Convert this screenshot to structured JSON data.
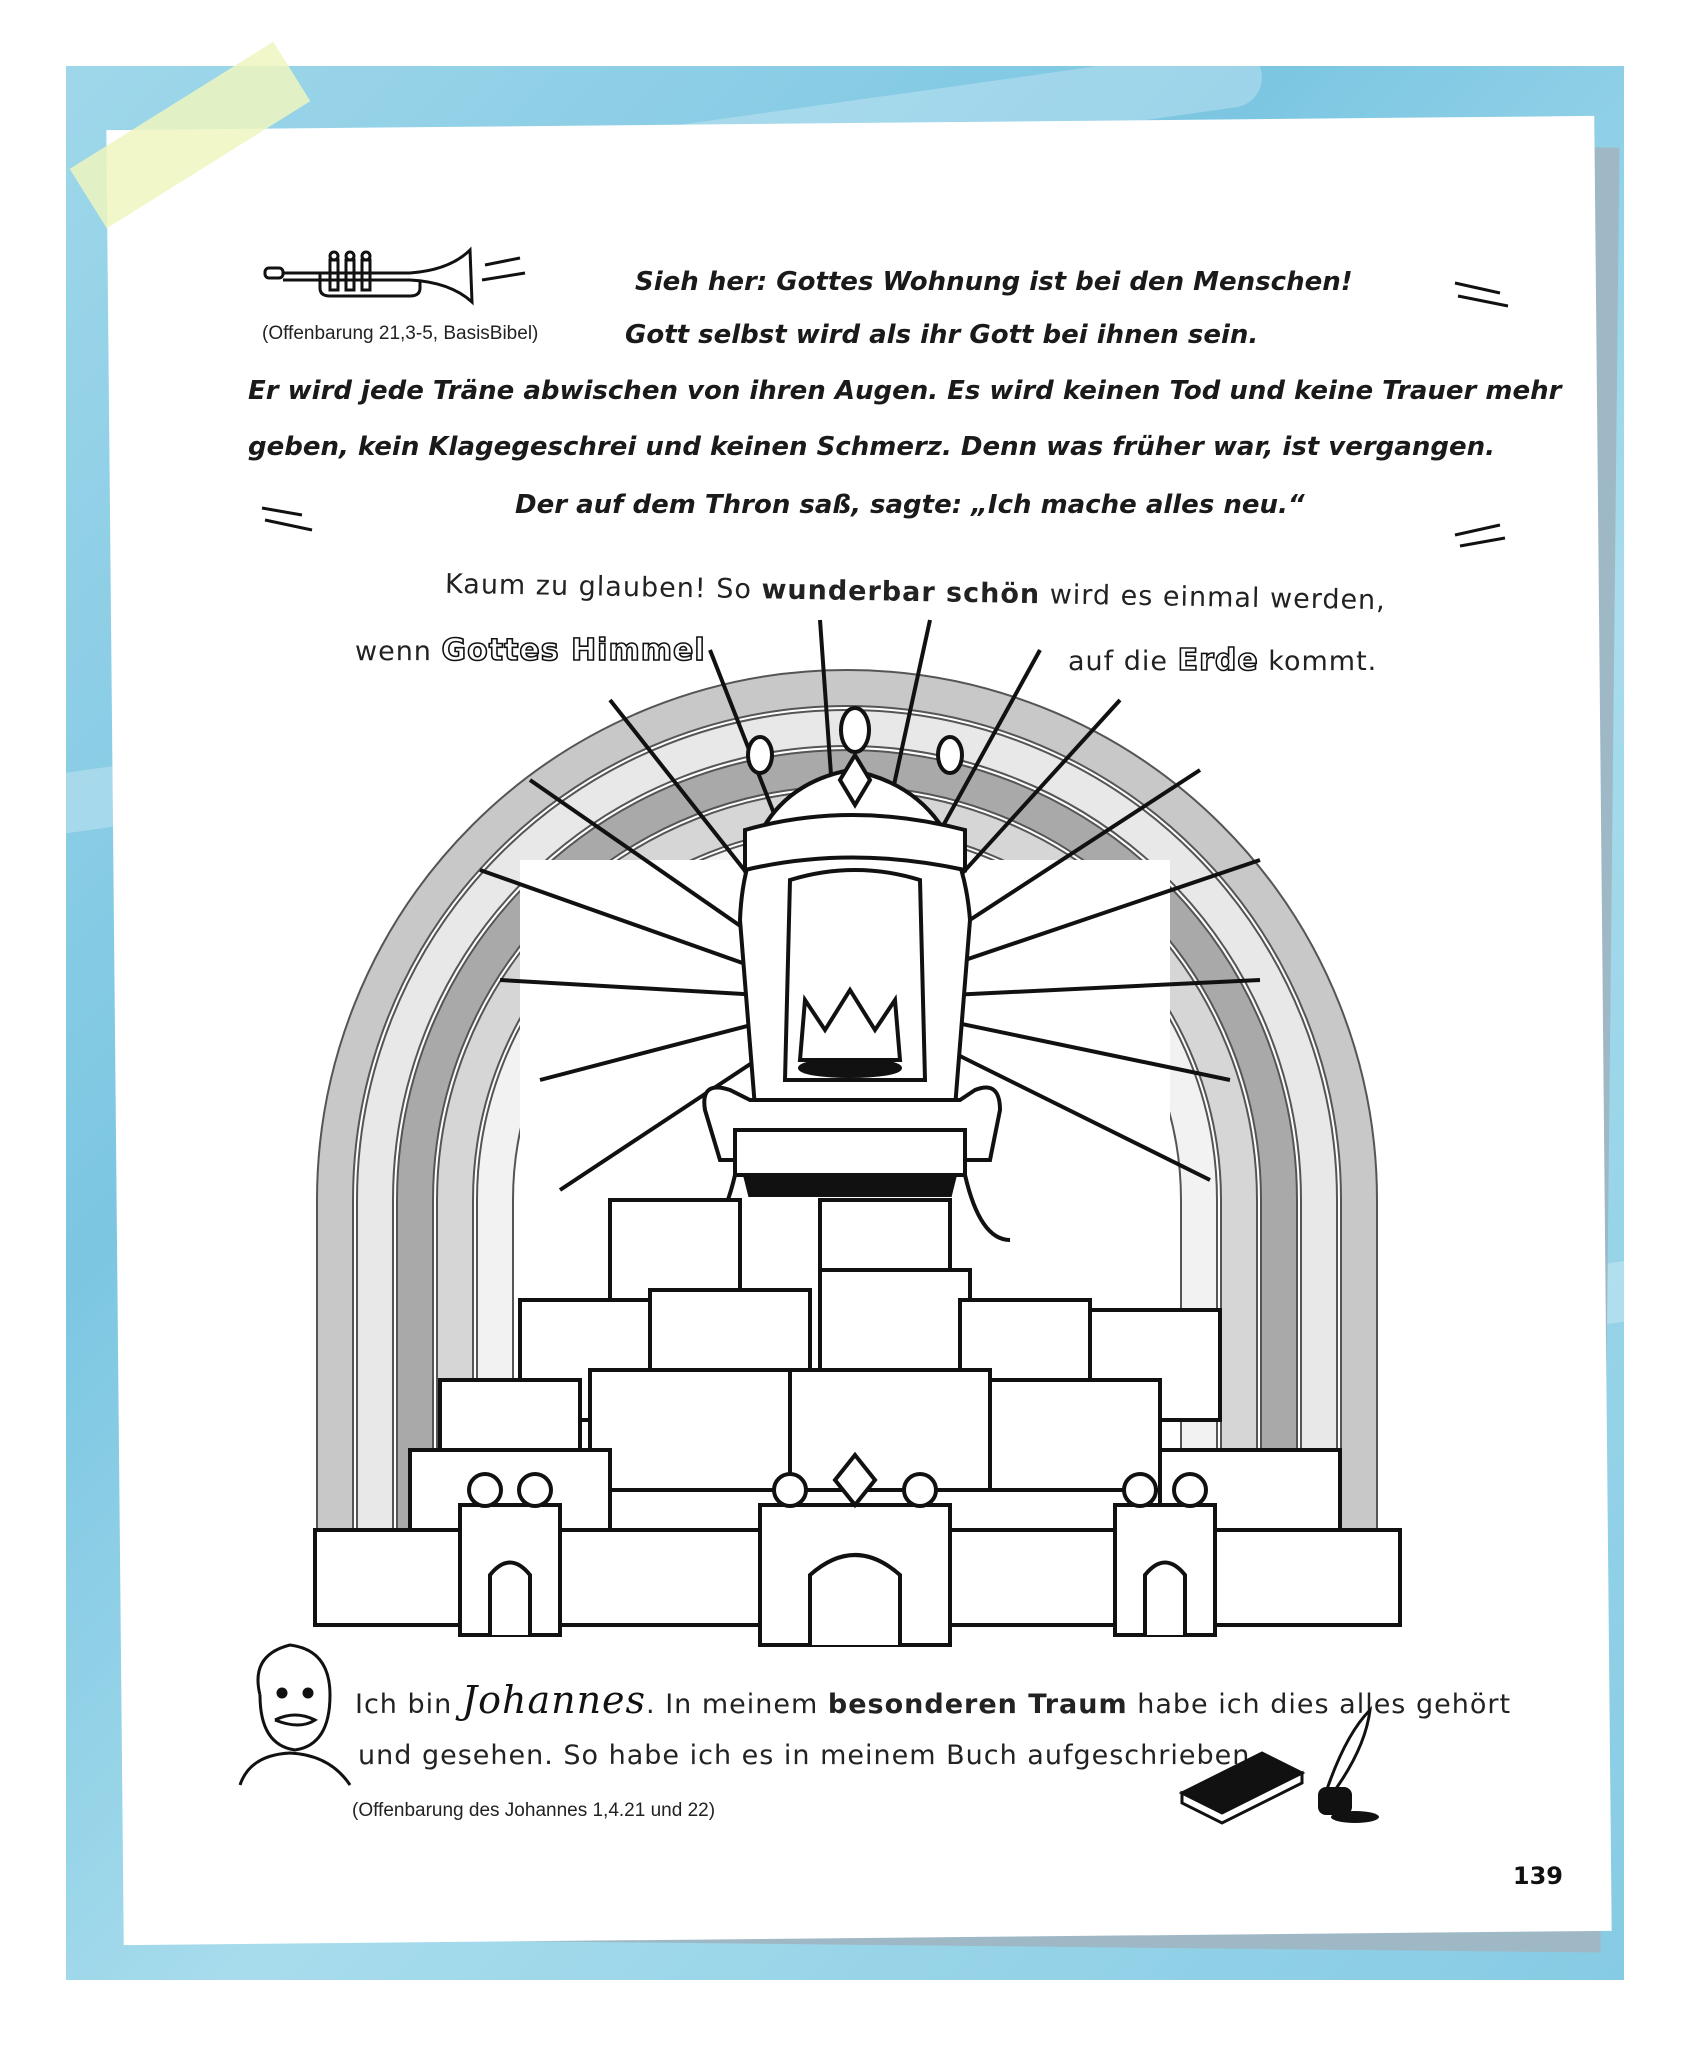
{
  "quote": {
    "line1": "Sieh her: Gottes Wohnung ist bei den Menschen!",
    "line2": "Gott selbst wird als ihr Gott bei ihnen sein.",
    "line3": "Er wird jede Träne abwischen von ihren Augen. Es wird keinen Tod und keine Trauer mehr",
    "line4": "geben, kein Klagegeschrei und keinen Schmerz. Denn was früher war, ist vergangen.",
    "line5": "Der auf dem Thron saß, sagte: „Ich mache alles neu.“",
    "reference": "(Offenbarung 21,3-5, BasisBibel)"
  },
  "caption": {
    "line1_a": "Kaum zu glauben! So",
    "line1_b": "wunderbar schön",
    "line1_c": "wird es einmal werden,",
    "line2_a": "wenn",
    "line2_b": "Gottes Himmel",
    "line2_c": "auf die",
    "line2_d": "Erde",
    "line2_e": "kommt."
  },
  "johannes": {
    "a": "Ich bin",
    "name": "Johannes",
    "b": ". In meinem",
    "c": "besonderen Traum",
    "d": "habe ich dies alles gehört",
    "line2": "und gesehen. So habe ich es in meinem Buch aufgeschrieben.",
    "reference": "(Offenbarung des Johannes 1,4.21 und 22)"
  },
  "page_number": "139",
  "colors": {
    "background": "#8fcfe6",
    "paper": "#ffffff",
    "ink": "#111111",
    "rainbow": "#a9a9a9"
  },
  "icons": [
    "trumpet-icon",
    "throne-icon",
    "crown-icon",
    "rainbow-icon",
    "city-icon",
    "johannes-portrait-icon",
    "book-icon",
    "quill-ink-icon"
  ]
}
